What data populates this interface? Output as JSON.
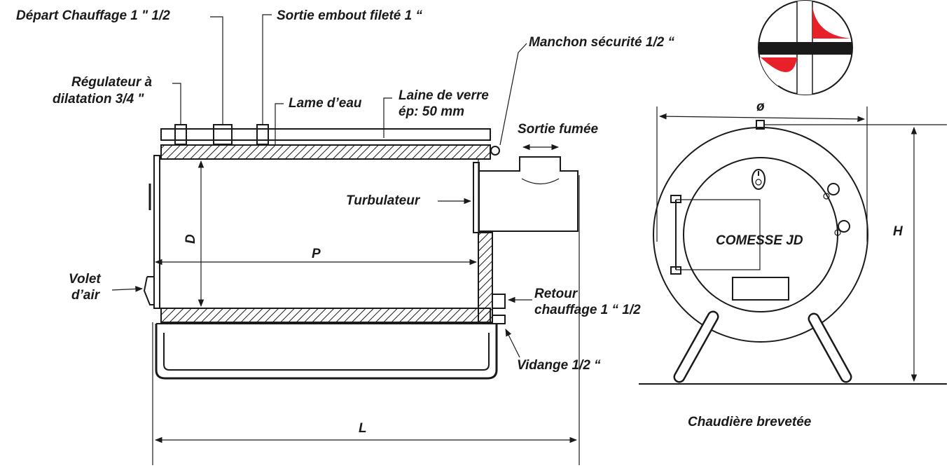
{
  "labels": {
    "depart_chauffage": "Départ Chauffage 1 \" 1/2",
    "sortie_embout": "Sortie embout fileté 1 “",
    "manchon_securite": "Manchon sécurité 1/2 “",
    "regulateur_line1": "Régulateur à",
    "regulateur_line2": "dilatation 3/4 \"",
    "lame_eau": "Lame d’eau",
    "laine_line1": "Laine de verre",
    "laine_line2": "ép: 50 mm",
    "sortie_fumee": "Sortie fumée",
    "turbulateur": "Turbulateur",
    "volet_line1": "Volet",
    "volet_line2": "d’air",
    "retour_line1": "Retour",
    "retour_line2": "chauffage 1 “ 1/2",
    "vidange": "Vidange 1/2 “",
    "brand": "COMESSE JD",
    "caption": "Chaudière brevetée"
  },
  "dimensions": {
    "diameter": "ø",
    "height": "H",
    "depth_d": "D",
    "length_p": "P",
    "length_l": "L"
  },
  "colors": {
    "ink": "#1a1a1a",
    "accent_red": "#e8202a",
    "hatch": "#1a1a1a"
  }
}
